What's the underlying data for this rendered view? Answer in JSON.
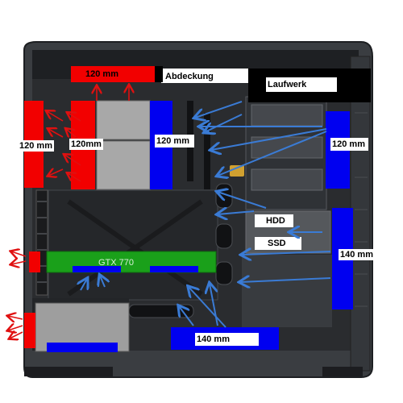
{
  "labels": {
    "fan_top_left": "120 mm",
    "cover": "Abdeckung",
    "drive_bay": "Laufwerk",
    "fan_front_left_outer": "120 mm",
    "fan_front_left_inner": "120mm",
    "fan_middle": "120 mm",
    "fan_right_top": "120 mm",
    "hdd": "HDD",
    "ssd": "SSD",
    "fan_right_bottom": "140 mm",
    "gpu": "GTX 770",
    "fan_bottom": "140 mm"
  },
  "colors": {
    "fan_red": "#f20000",
    "fan_blue": "#0000f0",
    "gpu_green": "#1aa01a",
    "drive_gray": "#a8a8a8",
    "case_dark": "#2b2d30",
    "case_frame": "#3c3f43",
    "arrow_blue": "#3a7bd5",
    "arrow_red": "#e01010"
  }
}
